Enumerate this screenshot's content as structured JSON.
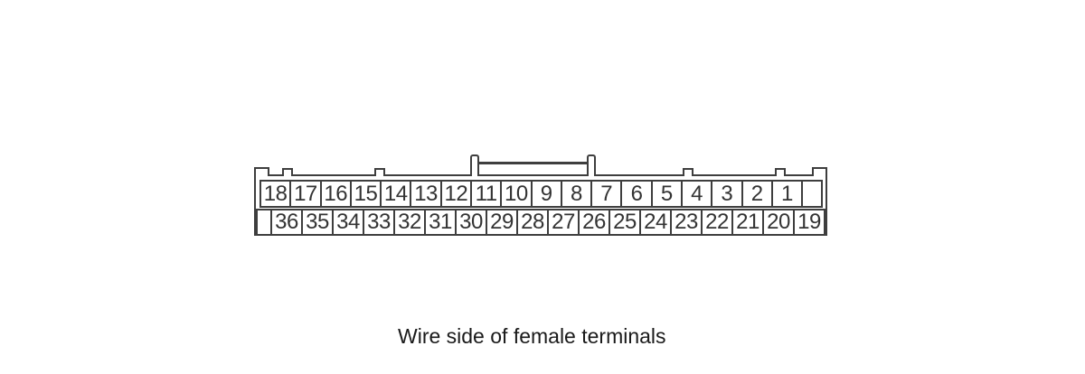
{
  "diagram": {
    "caption": "Wire side of female terminals",
    "connector": {
      "top_row_pins": [
        "18",
        "17",
        "16",
        "15",
        "14",
        "13",
        "12",
        "11",
        "10",
        "9",
        "8",
        "7",
        "6",
        "5",
        "4",
        "3",
        "2",
        "1"
      ],
      "bottom_row_pins": [
        "36",
        "35",
        "34",
        "33",
        "32",
        "31",
        "30",
        "29",
        "28",
        "27",
        "26",
        "25",
        "24",
        "23",
        "22",
        "21",
        "20",
        "19"
      ]
    },
    "colors": {
      "line": "#3e3e3e",
      "text": "#333333",
      "background": "#ffffff"
    }
  }
}
